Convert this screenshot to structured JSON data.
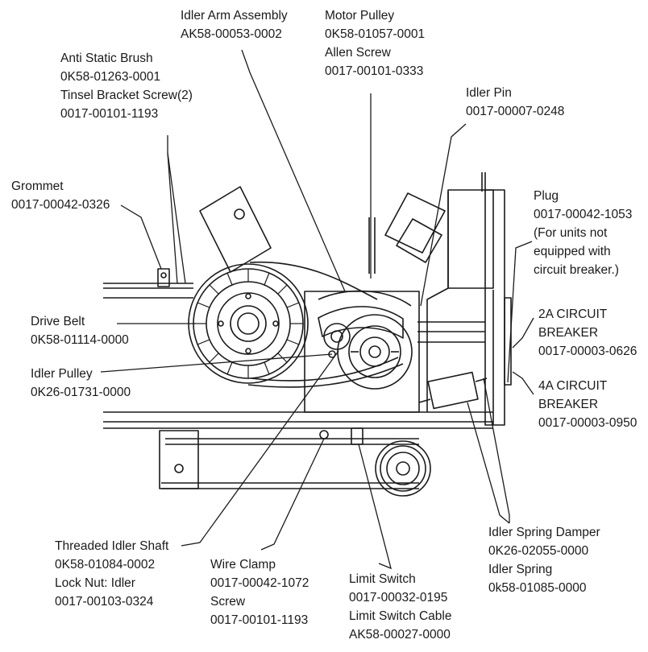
{
  "callouts": {
    "idler_arm": {
      "name": "Idler Arm Assembly",
      "part": "AK58-00053-0002"
    },
    "motor_pulley": {
      "name": "Motor Pulley",
      "part": "0K58-01057-0001",
      "name2": "Allen Screw",
      "part2": "0017-00101-0333"
    },
    "anti_static": {
      "name": "Anti Static Brush",
      "part": "0K58-01263-0001",
      "name2": "Tinsel Bracket Screw(2)",
      "part2": "0017-00101-1193"
    },
    "idler_pin": {
      "name": "Idler Pin",
      "part": "0017-00007-0248"
    },
    "grommet": {
      "name": "Grommet",
      "part": "0017-00042-0326"
    },
    "plug": {
      "name": "Plug",
      "part": "0017-00042-1053",
      "note1": "(For units not",
      "note2": "equipped with",
      "note3": "circuit breaker.)"
    },
    "drive_belt": {
      "name": "Drive Belt",
      "part": "0K58-01114-0000"
    },
    "idler_pulley": {
      "name": "Idler Pulley",
      "part": "0K26-01731-0000"
    },
    "cb_2a": {
      "line1": "2A CIRCUIT",
      "line2": "BREAKER",
      "part": "0017-00003-0626"
    },
    "cb_4a": {
      "line1": "4A CIRCUIT",
      "line2": "BREAKER",
      "part": "0017-00003-0950"
    },
    "threaded_shaft": {
      "name": "Threaded Idler Shaft",
      "part": "0K58-01084-0002",
      "name2": "Lock Nut: Idler",
      "part2": "0017-00103-0324"
    },
    "wire_clamp": {
      "name": "Wire Clamp",
      "part": "0017-00042-1072",
      "name2": "Screw",
      "part2": "0017-00101-1193"
    },
    "limit_switch": {
      "name": "Limit Switch",
      "part": "0017-00032-0195",
      "name2": "Limit Switch Cable",
      "part2": "AK58-00027-0000"
    },
    "spring_damper": {
      "name": "Idler Spring Damper",
      "part": "0K26-02055-0000",
      "name2": "Idler Spring",
      "part2": "0k58-01085-0000"
    }
  }
}
